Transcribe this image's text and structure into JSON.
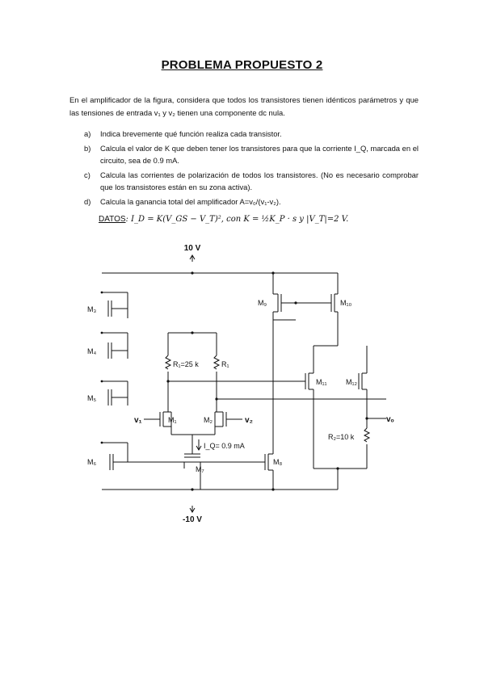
{
  "title": "PROBLEMA PROPUESTO 2",
  "intro": "En el amplificador de la figura, considera que todos los transistores tienen idénticos parámetros y que las tensiones de entrada v₁ y v₂ tienen una componente dc nula.",
  "items": [
    {
      "marker": "a)",
      "text": "Indica brevemente qué función realiza cada transistor."
    },
    {
      "marker": "b)",
      "text": "Calcula el valor de K que deben tener los transistores para que la corriente I_Q, marcada en el circuito, sea de 0.9 mA."
    },
    {
      "marker": "c)",
      "text": "Calcula las corrientes de polarización de todos los transistores. (No es necesario comprobar que los transistores están en su zona activa)."
    },
    {
      "marker": "d)",
      "text": "Calcula la ganancia total del amplificador A=v₀/(v₁-v₂)."
    }
  ],
  "datos": {
    "label": "DATOS",
    "formula": ": I_D = K(V_GS − V_T)², con K = ½K_P · s  y  |V_T|=2 V."
  },
  "circuit": {
    "vdd": "10 V",
    "vss": "-10 V",
    "labels": {
      "m3": "M₃",
      "m4": "M₄",
      "m5": "M₅",
      "m6": "M₆",
      "m9": "M₉",
      "m10": "M₁₀",
      "m11": "M₁₁",
      "m12": "M₁₂",
      "m1": "M₁",
      "m2": "M₂",
      "m7": "M₇",
      "m8": "M₈",
      "r1_left": "R₁=25 k",
      "r1_right": "R₁",
      "r2": "R₂=10 k",
      "iq": "I_Q= 0.9 mA",
      "v1": "v₁",
      "v2": "v₂",
      "vo": "vₒ"
    }
  }
}
